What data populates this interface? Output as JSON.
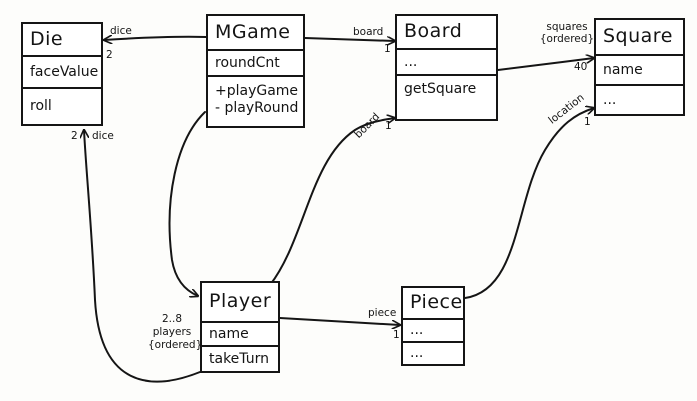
{
  "classes": {
    "die": {
      "name": "Die",
      "attributes": [
        "faceValue"
      ],
      "operations": [
        "roll"
      ]
    },
    "mgame": {
      "name": "MGame",
      "attributes": [
        "roundCnt"
      ],
      "operations": [
        "+playGame",
        "- playRound"
      ]
    },
    "board": {
      "name": "Board",
      "attributes": [
        "..."
      ],
      "operations": [
        "getSquare"
      ]
    },
    "square": {
      "name": "Square",
      "attributes": [
        "name"
      ],
      "operations": [
        "..."
      ]
    },
    "player": {
      "name": "Player",
      "attributes": [
        "name"
      ],
      "operations": [
        "takeTurn"
      ]
    },
    "piece": {
      "name": "Piece",
      "attributes": [
        "..."
      ],
      "operations": [
        "..."
      ]
    }
  },
  "associations": {
    "mgame_die": {
      "role": "dice",
      "multiplicity": "2"
    },
    "mgame_board": {
      "role": "board",
      "multiplicity": "1"
    },
    "board_square": {
      "role_line1": "squares",
      "role_line2": "{ordered}",
      "multiplicity": "40"
    },
    "player_board": {
      "role": "board",
      "multiplicity": "1"
    },
    "piece_square": {
      "role": "location",
      "multiplicity": "1"
    },
    "player_die": {
      "role": "dice",
      "multiplicity": "2"
    },
    "player_piece": {
      "role": "piece",
      "multiplicity": "1"
    },
    "mgame_player": {
      "multiplicity": "2..8",
      "role": "players",
      "constraint": "{ordered}"
    }
  }
}
